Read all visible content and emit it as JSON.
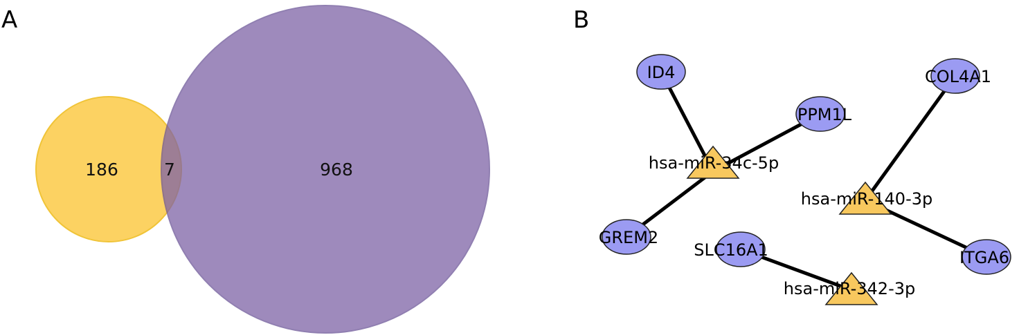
{
  "panels": {
    "a_label": "A",
    "b_label": "B"
  },
  "venn": {
    "sets": [
      {
        "id": "set-left",
        "only_count": "186",
        "color": "#fcd05a",
        "edge_color": "#f0c12e"
      },
      {
        "id": "set-right",
        "only_count": "968",
        "color": "#7e63a6",
        "edge_color": "#6c5597"
      }
    ],
    "intersection_count": "7"
  },
  "network": {
    "colors": {
      "gene": "#9b9bf2",
      "mirna": "#f8c85e",
      "edge": "#000000"
    },
    "genes": [
      {
        "id": "id4",
        "label": "ID4"
      },
      {
        "id": "ppm1l",
        "label": "PPM1L"
      },
      {
        "id": "grem2",
        "label": "GREM2"
      },
      {
        "id": "col4a1",
        "label": "COL4A1"
      },
      {
        "id": "itga6",
        "label": "ITGA6"
      },
      {
        "id": "slc16a1",
        "label": "SLC16A1"
      }
    ],
    "mirnas": [
      {
        "id": "mir34c",
        "label": "hsa-miR-34c-5p"
      },
      {
        "id": "mir140",
        "label": "hsa-miR-140-3p"
      },
      {
        "id": "mir342",
        "label": "hsa-miR-342-3p"
      }
    ],
    "edges": [
      [
        "id4",
        "mir34c"
      ],
      [
        "ppm1l",
        "mir34c"
      ],
      [
        "grem2",
        "mir34c"
      ],
      [
        "col4a1",
        "mir140"
      ],
      [
        "itga6",
        "mir140"
      ],
      [
        "slc16a1",
        "mir342"
      ]
    ]
  }
}
